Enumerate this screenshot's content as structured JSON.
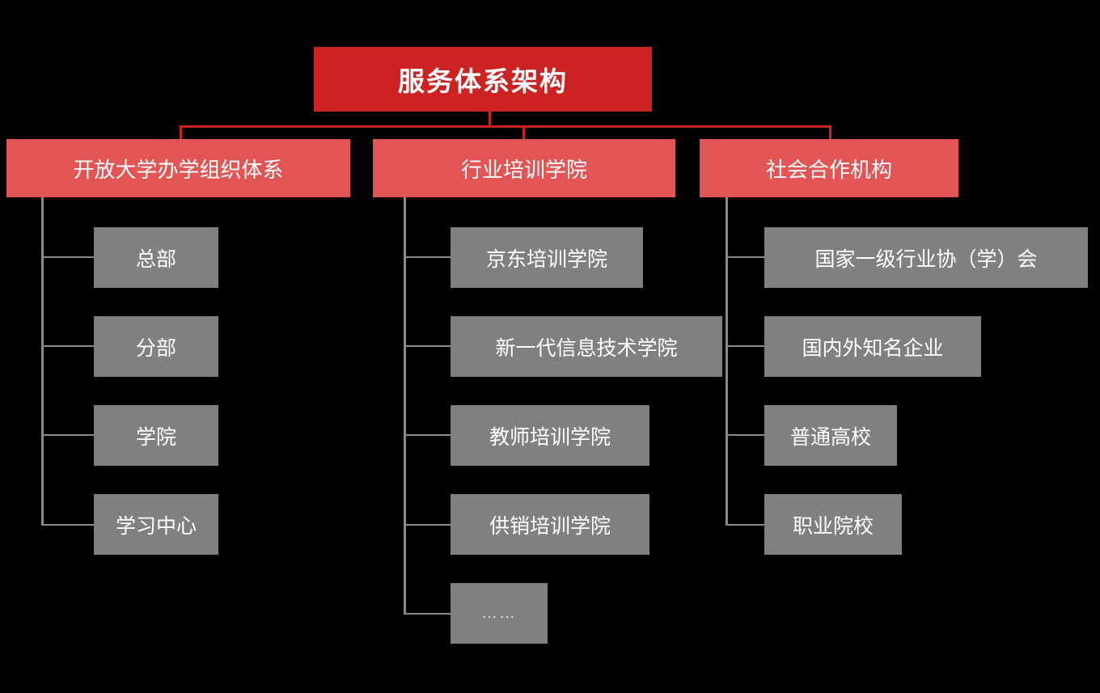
{
  "diagram": {
    "title": "服务体系架构",
    "background_color": "#000000",
    "colors": {
      "root": "#cc2222",
      "level2": "#e35454",
      "leaf": "#808080",
      "connector_red": "#cc2222",
      "connector_gray": "#8a8a8a",
      "text": "#ffffff"
    },
    "root": {
      "label": "服务体系架构"
    },
    "branches": [
      {
        "label": "开放大学办学组织体系",
        "children": [
          {
            "label": "总部"
          },
          {
            "label": "分部"
          },
          {
            "label": "学院"
          },
          {
            "label": "学习中心"
          }
        ]
      },
      {
        "label": "行业培训学院",
        "children": [
          {
            "label": "京东培训学院"
          },
          {
            "label": "新一代信息技术学院"
          },
          {
            "label": "教师培训学院"
          },
          {
            "label": "供销培训学院"
          },
          {
            "label": "……"
          }
        ]
      },
      {
        "label": "社会合作机构",
        "children": [
          {
            "label": "国家一级行业协（学）会"
          },
          {
            "label": "国内外知名企业"
          },
          {
            "label": "普通高校"
          },
          {
            "label": "职业院校"
          }
        ]
      }
    ]
  }
}
